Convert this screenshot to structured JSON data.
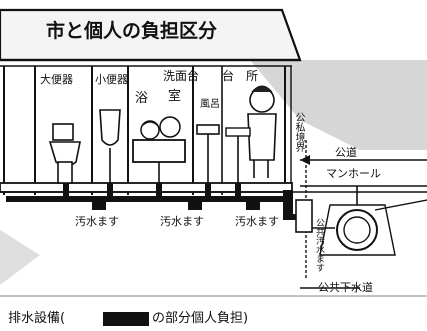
{
  "title": "市と個人の負担区分",
  "rooms": {
    "daibenki": "大便器",
    "shobenki": "小便器",
    "senmendai": "洗面台",
    "daidokoro": "台　所",
    "yoku": "浴",
    "shitsu": "室",
    "furo": "風呂"
  },
  "labels": {
    "koshi_kyokai": "公私境界",
    "kodo": "公道",
    "manhole": "マンホール",
    "osui_masu_1": "汚水ます",
    "osui_masu_2": "汚水ます",
    "osui_masu_3": "汚水ます",
    "kokyo_osui_masu": "公共汚水ます",
    "kokyo_gesuido": "公共下水道"
  },
  "caption": {
    "prefix": "排水設備(",
    "suffix": "の部分個人負担)"
  },
  "colors": {
    "ink": "#111111",
    "private_section": "#111111",
    "shade": "#c8c8c8"
  }
}
